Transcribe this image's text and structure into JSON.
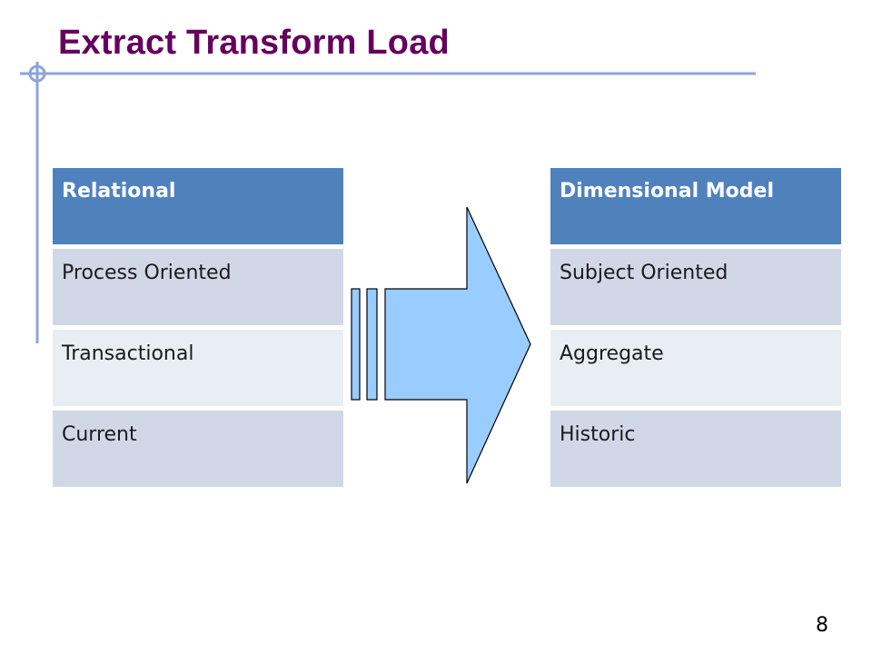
{
  "slide": {
    "title": "Extract Transform Load",
    "page_number": "8"
  },
  "left_table": {
    "header": "Relational",
    "rows": [
      "Process Oriented",
      "Transactional",
      "Current"
    ]
  },
  "right_table": {
    "header": "Dimensional Model",
    "rows": [
      "Subject Oriented",
      "Aggregate",
      "Historic"
    ]
  },
  "colors": {
    "title": "#66005e",
    "accent_line": "#8ea3de",
    "header_fill": "#4f81bd",
    "band_dark": "#d0d8e8",
    "band_light": "#e9edf4",
    "arrow_fill": "#99ccff"
  },
  "icons": {
    "arrow": "block-right-arrow-icon",
    "crosshair": "crosshair-decoration-icon"
  }
}
